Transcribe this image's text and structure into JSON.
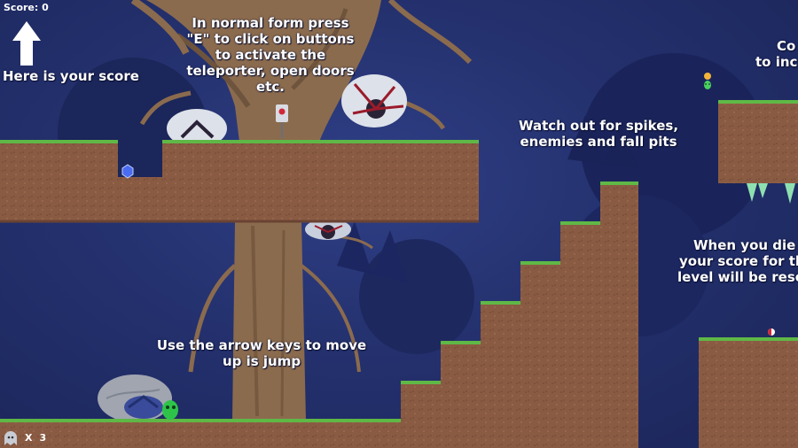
{
  "hud": {
    "score_label": "Score: 0",
    "lives_x": "X",
    "lives_count": "3"
  },
  "hints": {
    "score": "Here is your score",
    "buttons": [
      "In normal form press",
      "\"E\" to click on buttons",
      "to activate the",
      "teleporter, open doors",
      "etc."
    ],
    "spikes": [
      "Watch out for spikes,",
      "enemies and fall pits"
    ],
    "arrows": [
      "Use the arrow keys to move",
      "up is jump"
    ],
    "collect": [
      "Co",
      "to inc"
    ],
    "die": [
      "When you die",
      "your score for th",
      "level will be rese"
    ]
  },
  "icons": {
    "arrow": "up-arrow-icon",
    "gem": "blue-gem-icon",
    "switch": "red-button-switch-icon",
    "player": "green-blob-player-icon",
    "lives": "ghost-lives-icon",
    "pickup": "flower-sprout-icon",
    "orb": "red-white-orb-icon"
  },
  "colors": {
    "sky": "#24316e",
    "dirt": "#8a5b43",
    "grass": "#5fb846",
    "tree": "#8b6b4e",
    "player": "#2ec44a",
    "text": "#ffffff"
  }
}
